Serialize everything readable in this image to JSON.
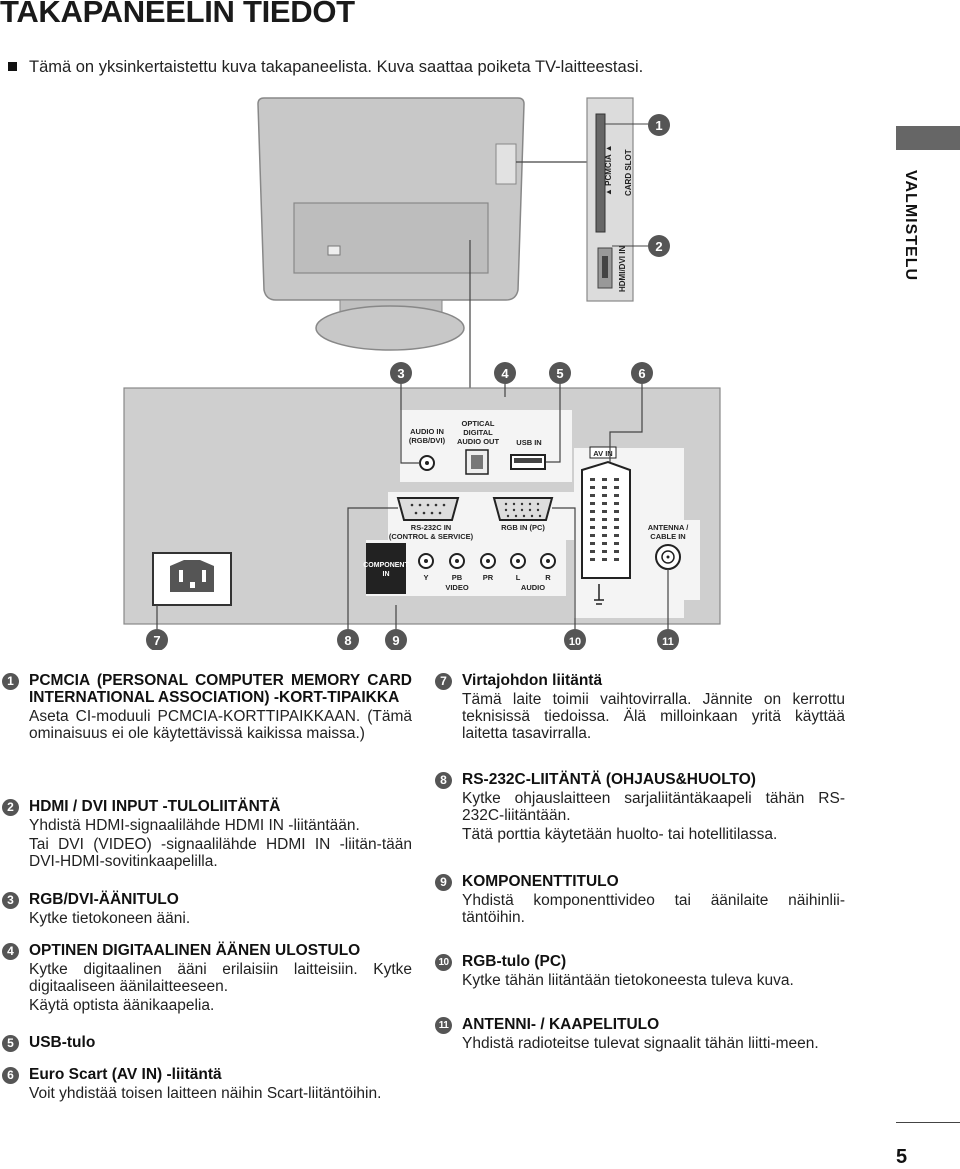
{
  "page": {
    "title": "TAKAPANEELIN TIEDOT",
    "intro": "Tämä on yksinkertaistettu kuva takapaneelista. Kuva saattaa poiketa TV-laitteestasi.",
    "side_label": "VALMISTELU",
    "page_number": "5"
  },
  "diagram": {
    "side_ports": {
      "pcmcia": "▲ PCMCIA ▲",
      "card_slot": "CARD SLOT",
      "hdmi": "HDMI/DVI IN"
    },
    "callouts": [
      "1",
      "2",
      "3",
      "4",
      "5",
      "6",
      "7",
      "8",
      "9",
      "10",
      "11"
    ],
    "labels": {
      "audio_in_1": "AUDIO IN",
      "audio_in_2": "(RGB/DVI)",
      "optical_1": "OPTICAL",
      "optical_2": "DIGITAL",
      "optical_3": "AUDIO OUT",
      "usb": "USB IN",
      "av_in": "AV IN",
      "rs232_1": "RS-232C IN",
      "rs232_2": "(CONTROL & SERVICE)",
      "rgb_pc": "RGB IN (PC)",
      "antenna_1": "ANTENNA /",
      "antenna_2": "CABLE IN",
      "component_1": "COMPONENT",
      "component_2": "IN",
      "y": "Y",
      "pb": "PB",
      "pr": "PR",
      "l": "L",
      "r": "R",
      "video": "VIDEO",
      "audio": "AUDIO"
    }
  },
  "items": [
    {
      "num": "1",
      "title": "PCMCIA (PERSONAL COMPUTER MEMORY CARD INTERNATIONAL ASSOCIATION) -KORT-TIPAIKKA",
      "body": "Aseta CI-moduuli PCMCIA-KORTTIPAIKKAAN. (Tämä ominaisuus ei ole käytettävissä kaikissa maissa.)"
    },
    {
      "num": "2",
      "title": "HDMI / DVI INPUT -TULOLIITÄNTÄ",
      "body": "Yhdistä HDMI-signaalilähde HDMI IN -liitäntään.",
      "body2": "Tai DVI (VIDEO) -signaalilähde HDMI IN -liitän-tään DVI-HDMI-sovitinkaapelilla."
    },
    {
      "num": "3",
      "title": "RGB/DVI-ÄÄNITULO",
      "body": "Kytke tietokoneen ääni."
    },
    {
      "num": "4",
      "title": "OPTINEN DIGITAALINEN ÄÄNEN ULOSTULO",
      "body": "Kytke digitaalinen ääni erilaisiin laitteisiin. Kytke digitaaliseen äänilaitteeseen.",
      "body2": "Käytä optista äänikaapelia."
    },
    {
      "num": "5",
      "title": "USB-tulo"
    },
    {
      "num": "6",
      "title": "Euro Scart (AV IN) -liitäntä",
      "body": "Voit yhdistää toisen laitteen näihin Scart-liitäntöihin."
    },
    {
      "num": "7",
      "title": "Virtajohdon liitäntä",
      "body": "Tämä laite toimii vaihtovirralla. Jännite on kerrottu teknisissä tiedoissa. Älä milloinkaan yritä käyttää laitetta tasavirralla."
    },
    {
      "num": "8",
      "title": "RS-232C-LIITÄNTÄ (OHJAUS&HUOLTO)",
      "body": "Kytke ohjauslaitteen sarjaliitäntäkaapeli tähän RS-232C-liitäntään.",
      "body2": "Tätä porttia käytetään huolto- tai hotellitilassa."
    },
    {
      "num": "9",
      "title": "KOMPONENTTITULO",
      "body": "Yhdistä komponenttivideo tai äänilaite näihinlii-täntöihin."
    },
    {
      "num": "10",
      "title": "RGB-tulo (PC)",
      "body": "Kytke tähän liitäntään tietokoneesta tuleva kuva."
    },
    {
      "num": "11",
      "title": "ANTENNI- / KAAPELITULO",
      "body": "Yhdistä radioteitse tulevat signaalit tähän liitti-meen."
    }
  ]
}
